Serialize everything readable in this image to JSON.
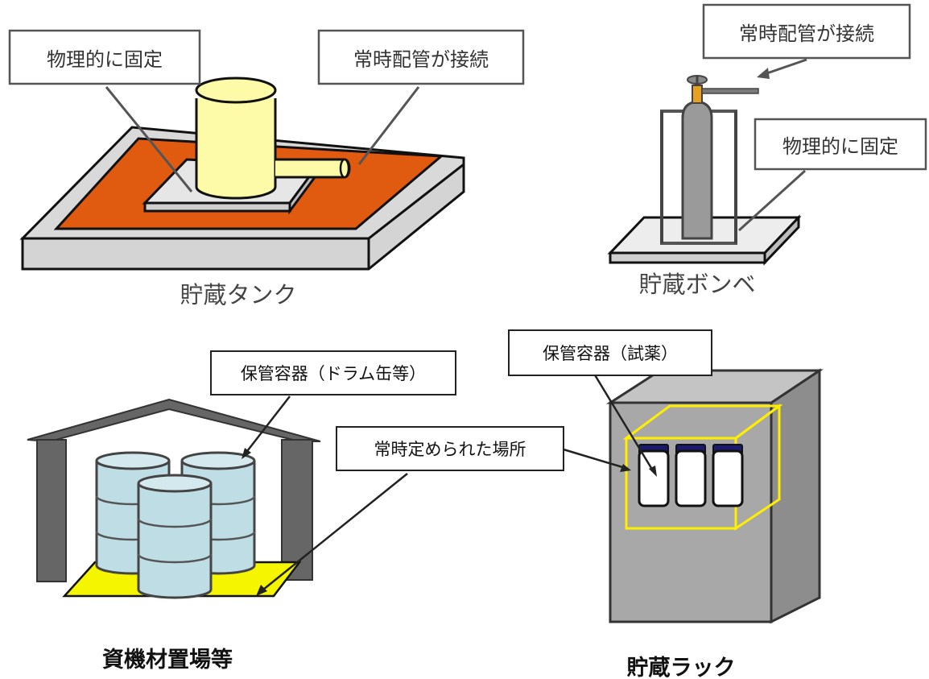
{
  "panels": {
    "tank": {
      "caption": "貯蔵タンク",
      "label_fixed": "物理的に固定",
      "label_piping": "常時配管が接続"
    },
    "cylinder": {
      "caption": "貯蔵ボンベ",
      "label_piping": "常時配管が接続",
      "label_fixed": "物理的に固定"
    },
    "yard": {
      "caption": "資機材置場等",
      "label_container": "保管容器（ドラム缶等）",
      "label_place": "常時定められた場所"
    },
    "rack": {
      "caption": "貯蔵ラック",
      "label_container": "保管容器（試薬）"
    }
  },
  "colors": {
    "tank_body": "#fdfaa8",
    "dike_floor": "#e05a10",
    "frame_gray": "#d4d4d4",
    "cylinder_gray": "#9a9a9a",
    "valve_orange": "#e8a020",
    "drum_blue": "#bfdde4",
    "shed_roof": "#666666",
    "yard_yellow": "#f5f500",
    "cabinet_gray": "#a8a8a8",
    "highlight_yellow": "#ffee00"
  }
}
